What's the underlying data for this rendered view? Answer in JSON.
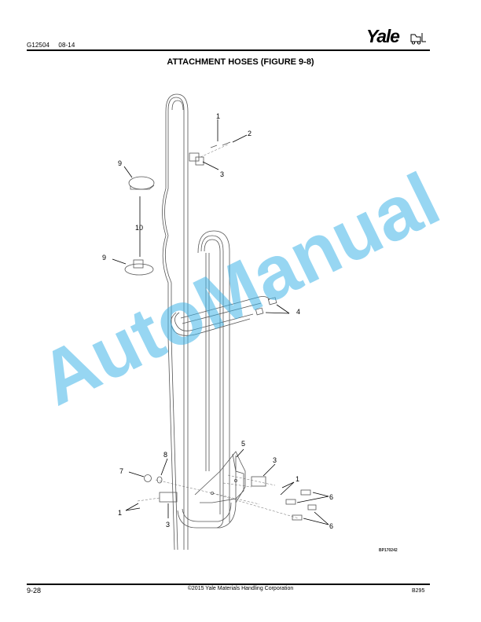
{
  "header": {
    "doc_number": "G12504",
    "doc_date": "08-14",
    "brand": "Yale",
    "brand_icon": "forklift-icon"
  },
  "title": "ATTACHMENT HOSES (FIGURE 9-8)",
  "figure": {
    "id": "BP170242",
    "callouts": {
      "c1_top": "1",
      "c2": "2",
      "c3_top": "3",
      "c9_upper": "9",
      "c10": "10",
      "c9_lower": "9",
      "c4": "4",
      "c5": "5",
      "c3_right": "3",
      "c8": "8",
      "c7": "7",
      "c1_right": "1",
      "c6_upper": "6",
      "c1_left": "1",
      "c3_bottom": "3",
      "c6_lower": "6"
    }
  },
  "watermark": "AutoManual",
  "footer": {
    "page": "9-28",
    "copyright": "©2015 Yale Materials Handling Corporation",
    "code": "B295"
  },
  "colors": {
    "watermark": "#41b5e8",
    "line": "#000000"
  }
}
